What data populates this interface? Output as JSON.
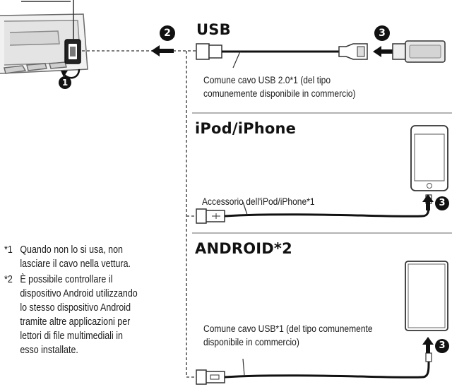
{
  "sections": {
    "usb": {
      "title": "USB",
      "caption_lines": [
        "Comune cavo USB 2.0*1 (del tipo",
        "comunemente disponibile in commercio)"
      ]
    },
    "ipod": {
      "title": "iPod/iPhone",
      "caption_lines": [
        "Accessorio dell'iPod/iPhone*1"
      ]
    },
    "android": {
      "title": "ANDROID*2",
      "caption_lines": [
        "Comune cavo USB*1 (del tipo comunemente",
        "disponibile in commercio)"
      ]
    }
  },
  "steps": {
    "one": "1",
    "two": "2",
    "three": "3"
  },
  "footnotes": [
    {
      "mark": "*1",
      "lines": [
        "Quando non lo si usa, non",
        "lasciare il cavo nella vettura."
      ]
    },
    {
      "mark": "*2",
      "lines": [
        "È possibile controllare il",
        "dispositivo Android utilizzando",
        "lo stesso dispositivo Android",
        "tramite altre applicazioni per",
        "lettori di file multimediali in",
        "esso installate."
      ]
    }
  ]
}
